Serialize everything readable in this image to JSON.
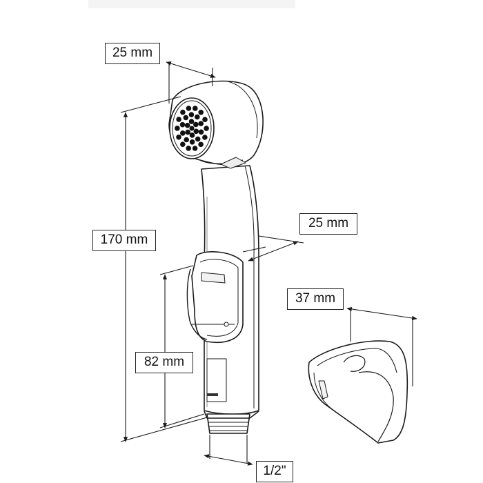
{
  "dimensions": {
    "nozzle_width": "25 mm",
    "handle_depth": "25 mm",
    "total_height": "170 mm",
    "lever_height": "82 mm",
    "thread": "1/2\"",
    "holder_width": "37 mm"
  },
  "colors": {
    "line": "#1a1a1a",
    "fill": "#ffffff",
    "shade": "#e6e6e6"
  }
}
